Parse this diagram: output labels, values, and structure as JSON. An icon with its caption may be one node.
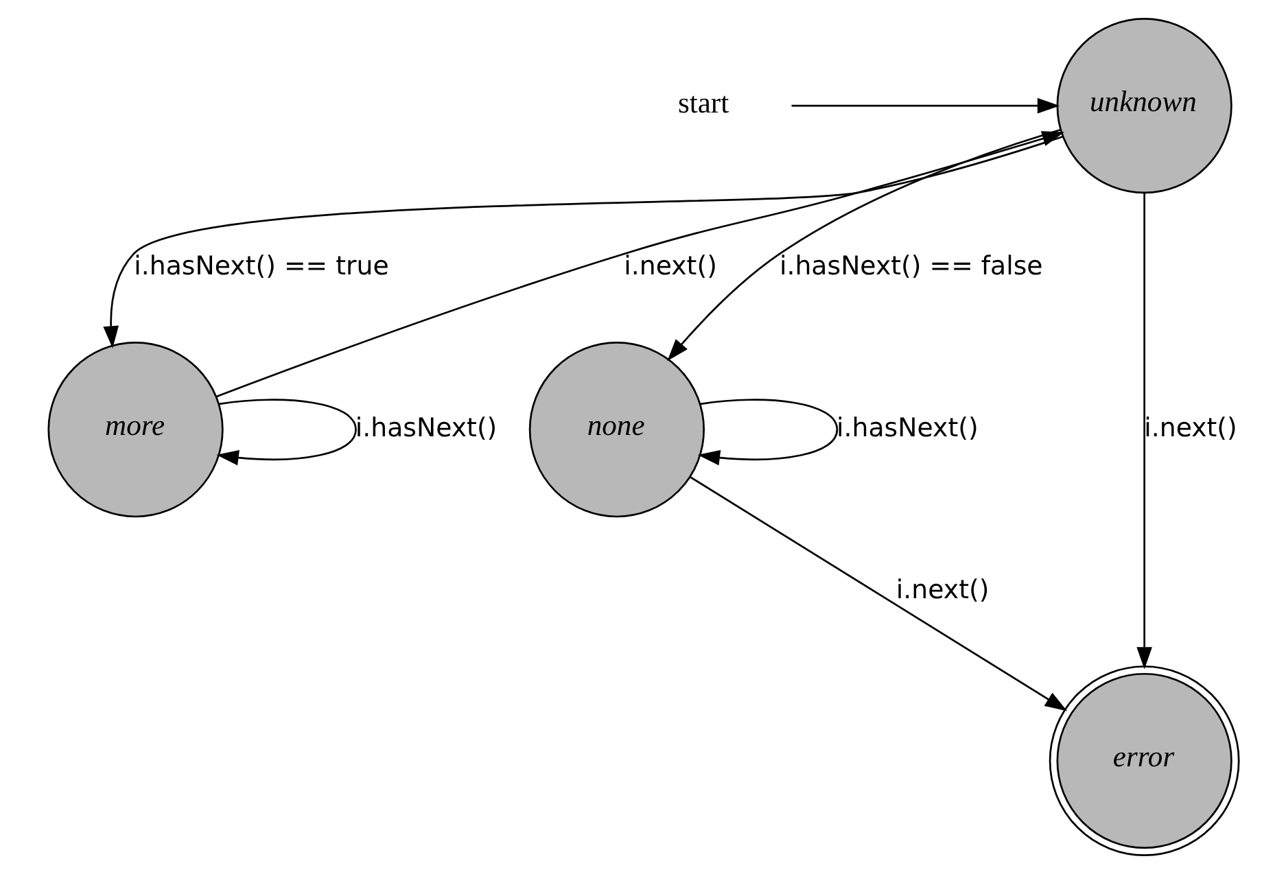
{
  "diagram": {
    "nodes": [
      {
        "text": [
          "unknown"
        ]
      },
      {
        "text": [
          "more"
        ]
      },
      {
        "text": [
          "none"
        ]
      },
      {
        "text": [
          "error"
        ]
      },
      {
        "text": [
          "start"
        ]
      }
    ],
    "edges": [
      {
        "from": 4,
        "to": 0,
        "arrow": "to"
      },
      {
        "from": 0,
        "to": 1,
        "arrow": "to",
        "label": "i.hasNext() == true"
      },
      {
        "from": 1,
        "to": 0,
        "arrow": "to",
        "label": "i.next()"
      },
      {
        "from": 1,
        "to": 1,
        "arrow": "to",
        "label": "i.hasNext()"
      },
      {
        "from": 0,
        "to": 2,
        "arrow": "to",
        "label": "i.hasNext() == false"
      },
      {
        "from": 2,
        "to": 2,
        "arrow": "to",
        "label": "i.hasNext()"
      },
      {
        "from": 0,
        "to": 3,
        "arrow": "to",
        "label": "i.next()"
      },
      {
        "from": 2,
        "to": 3,
        "arrow": "to",
        "label": "i.next()"
      }
    ]
  }
}
